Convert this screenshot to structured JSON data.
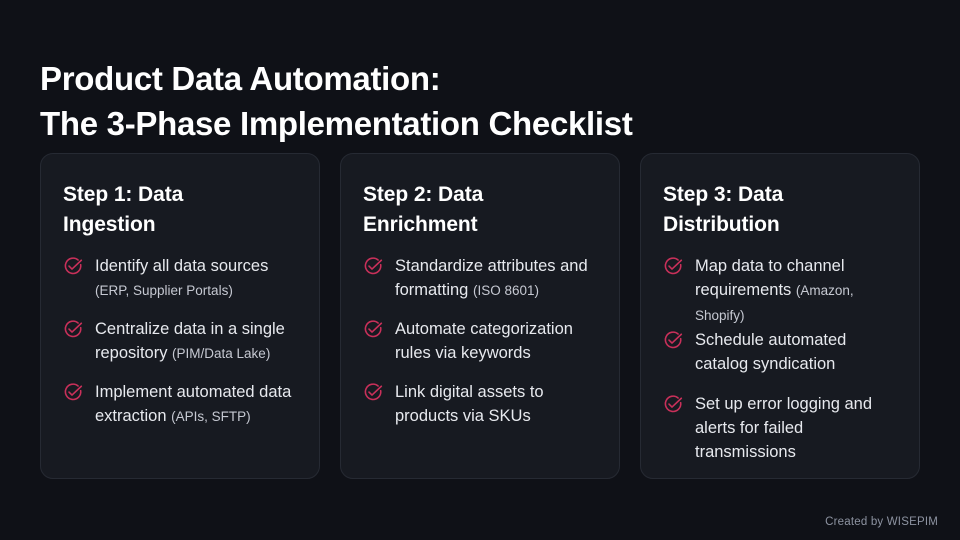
{
  "theme": {
    "background": "#0f1117",
    "card_background": "#171a21",
    "card_border": "#262a33",
    "title_color": "#ffffff",
    "body_color": "#e7e9ee",
    "note_color": "#c6c9d2",
    "accent": "#c9305a",
    "footer_color": "#8d93a1"
  },
  "title": {
    "line1": "Product Data Automation:",
    "line2": "The 3-Phase Implementation Checklist"
  },
  "cards": [
    {
      "heading_line1": "Step 1: Data",
      "heading_line2": "Ingestion",
      "icon": "check-circle-icon",
      "items": [
        {
          "text": "Identify all data sources ",
          "note": "(ERP, Supplier Portals)"
        },
        {
          "text": "Centralize data in a single repository ",
          "note": "(PIM/Data Lake)"
        },
        {
          "text": "Implement automated data extraction ",
          "note": "(APIs, SFTP)"
        }
      ]
    },
    {
      "heading_line1": "Step 2: Data",
      "heading_line2": "Enrichment",
      "icon": "check-circle-icon",
      "items": [
        {
          "text": "Standardize attributes and formatting ",
          "note": "(ISO 8601)"
        },
        {
          "text": "Automate categorization rules via keywords",
          "note": ""
        },
        {
          "text": "Link digital assets to products via SKUs",
          "note": ""
        }
      ]
    },
    {
      "heading_line1": "Step 3: Data",
      "heading_line2": "Distribution",
      "icon": "check-circle-icon",
      "items": [
        {
          "text": "Map data to channel requirements ",
          "note": "(Amazon, Shopify)"
        },
        {
          "text": "Schedule automated catalog syndication",
          "note": ""
        },
        {
          "text": "Set up error logging and alerts for failed transmissions",
          "note": ""
        }
      ]
    }
  ],
  "footer": {
    "credit": "Created by WISEPIM"
  }
}
